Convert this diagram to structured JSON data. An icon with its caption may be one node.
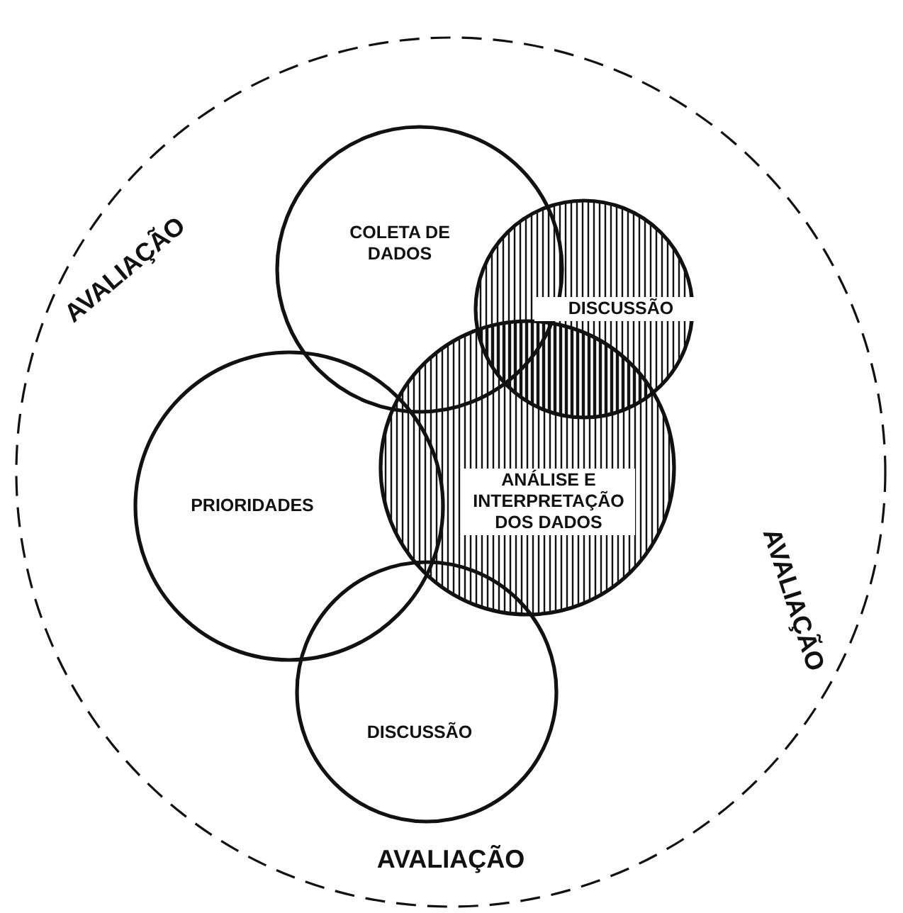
{
  "diagram": {
    "nodes": [
      {
        "text": [
          "AVALIAÇÃO",
          "AVALIAÇÃO",
          "AVALIAÇÃO"
        ]
      },
      {
        "text": [
          "COLETA DE DADOS"
        ],
        "in": 0
      },
      {
        "text": [
          "DISCUSSÃO"
        ],
        "in": 0
      },
      {
        "text": [
          "PRIORIDADES"
        ],
        "in": 0
      },
      {
        "text": [
          "ANÁLISE E INTERPRETAÇÃO DOS DADOS"
        ],
        "in": 0
      },
      {
        "text": [
          "DISCUSSÃO"
        ],
        "in": 0
      }
    ]
  }
}
